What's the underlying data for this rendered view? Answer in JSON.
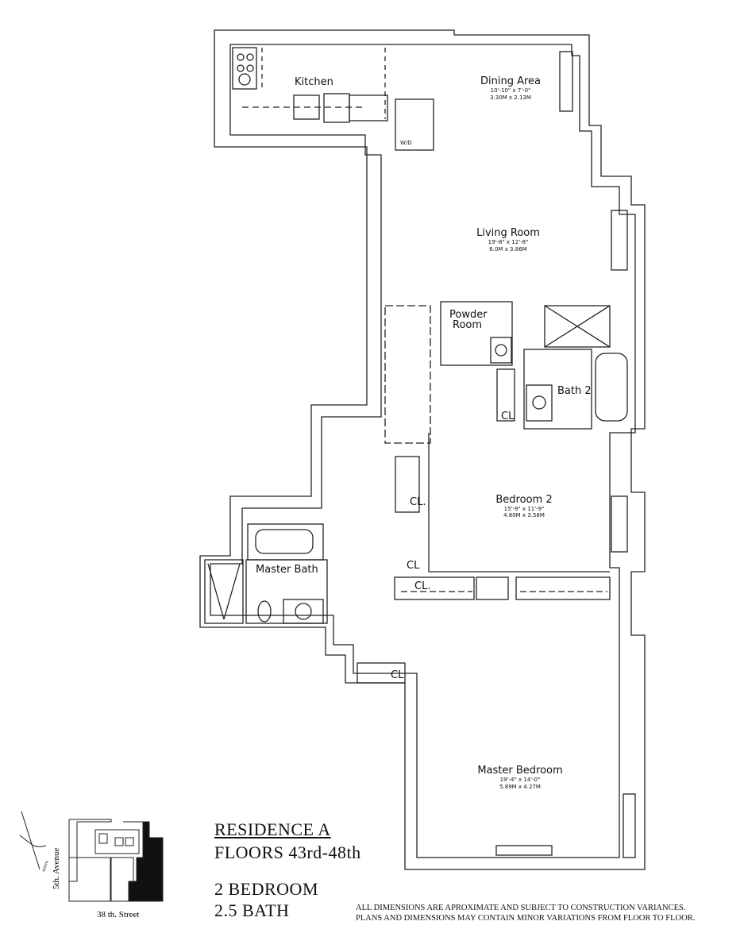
{
  "rooms": {
    "kitchen": {
      "name": "Kitchen"
    },
    "wd": {
      "name": "W/D"
    },
    "dining": {
      "name": "Dining Area",
      "imperial": "10'-10\" x 7'-0\"",
      "metric": "3.30M x 2.13M"
    },
    "living": {
      "name": "Living Room",
      "imperial": "19'-8\" x 12'-8\"",
      "metric": "6.0M x 3.86M"
    },
    "powder": {
      "name_line1": "Powder",
      "name_line2": "Room"
    },
    "bath2": {
      "name": "Bath 2"
    },
    "bedroom2": {
      "name": "Bedroom 2",
      "imperial": "15'-9\" x 11'-9\"",
      "metric": "4.80M x 3.58M"
    },
    "master_bath": {
      "name": "Master Bath"
    },
    "master_bedroom": {
      "name": "Master Bedroom",
      "imperial": "19'-4\" x 14'-0\"",
      "metric": "5.89M x 4.27M"
    },
    "closet_label": "CL",
    "closet_label_dot": "CL."
  },
  "key_plan": {
    "avenue": "5th. Avenue",
    "street": "38 th. Street",
    "north": "NORTH"
  },
  "title": {
    "residence": "RESIDENCE A",
    "floors": "FLOORS 43rd-48th",
    "bedrooms": "2 BEDROOM",
    "baths": "2.5 BATH"
  },
  "disclaimer": {
    "line1": "ALL DIMENSIONS ARE APROXIMATE AND SUBJECT TO CONSTRUCTION VARIANCES.",
    "line2": "PLANS AND DIMENSIONS MAY CONTAIN MINOR VARIATIONS FROM FLOOR TO FLOOR."
  }
}
